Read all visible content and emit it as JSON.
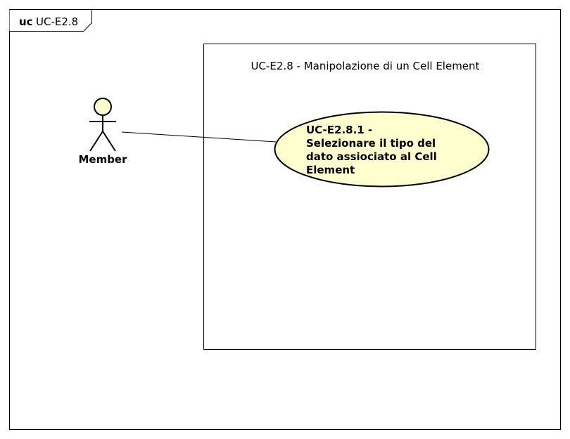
{
  "frame": {
    "keyword": "uc",
    "name": "UC-E2.8"
  },
  "boundary": {
    "title": "UC-E2.8 - Manipolazione di un Cell Element"
  },
  "actor": {
    "label": "Member"
  },
  "use_case": {
    "lines": [
      "UC-E2.8.1 -",
      "Selezionare il tipo del",
      "dato assiociato al Cell",
      "Element"
    ]
  },
  "colors": {
    "use_case_fill": "#fefece",
    "actor_head_fill": "#fefece",
    "stroke": "#000000"
  }
}
